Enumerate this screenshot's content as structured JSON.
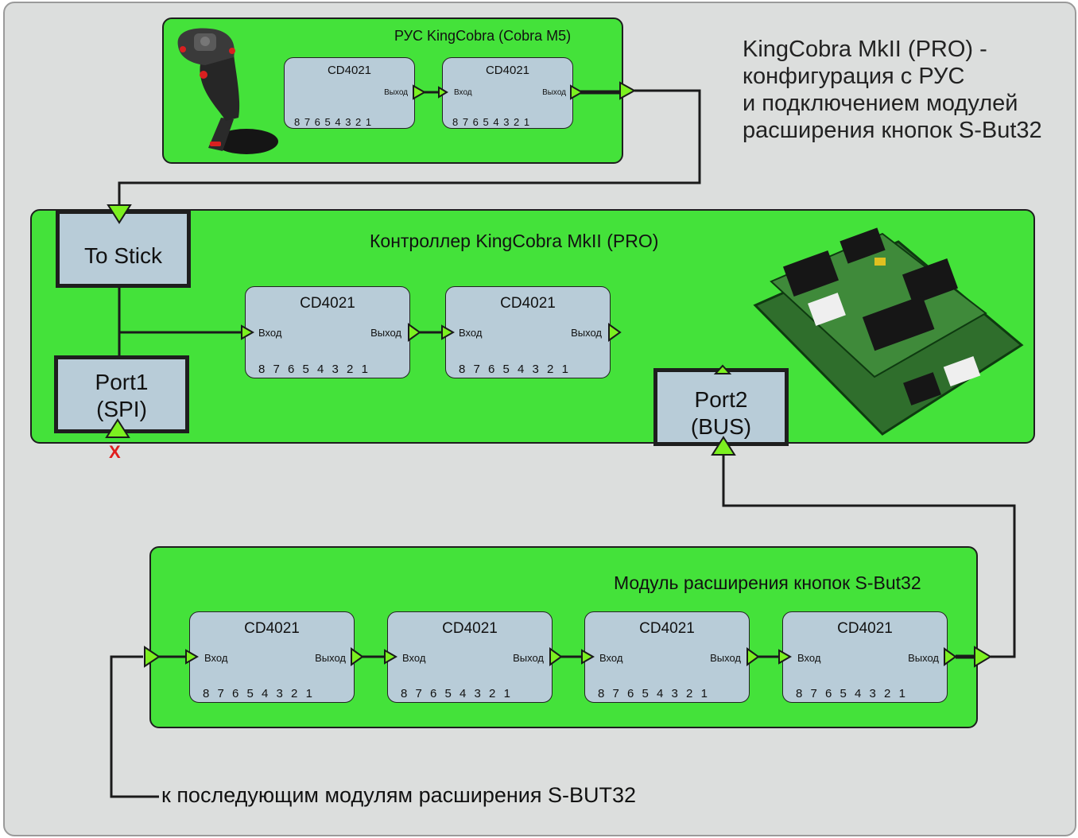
{
  "heading": "KingCobra MkII (PRO) -\nконфигурация с РУС\nи подключением модулей\nрасширения кнопок S-But32",
  "stick_panel": {
    "title": "РУС KingCobra (Cobra M5)",
    "chips": [
      {
        "name": "CD4021",
        "output": "Выход",
        "pins": "8 7 6 5 4 3 2 1"
      },
      {
        "name": "CD4021",
        "input": "Вход",
        "output": "Выход",
        "pins": "8 7 6 5 4 3 2 1"
      }
    ]
  },
  "controller_panel": {
    "title": "Контроллер KingCobra MkII (PRO)",
    "to_stick": "To Stick",
    "port1": {
      "line1": "Port1",
      "line2": "(SPI)"
    },
    "port2": {
      "line1": "Port2",
      "line2": "(BUS)"
    },
    "chips": [
      {
        "name": "CD4021",
        "input": "Вход",
        "output": "Выход",
        "pins": "8 7 6 5 4 3 2 1"
      },
      {
        "name": "CD4021",
        "input": "Вход",
        "output": "Выход",
        "pins": "8 7 6 5 4 3 2 1"
      }
    ]
  },
  "module_panel": {
    "title": "Модуль расширения кнопок S-But32",
    "chips": [
      {
        "name": "CD4021",
        "input": "Вход",
        "output": "Выход",
        "pins": "8 7 6 5 4 3 2 1"
      },
      {
        "name": "CD4021",
        "input": "Вход",
        "output": "Выход",
        "pins": "8 7 6 5 4 3 2 1"
      },
      {
        "name": "CD4021",
        "input": "Вход",
        "output": "Выход",
        "pins": "8 7 6 5 4 3 2 1"
      },
      {
        "name": "CD4021",
        "input": "Вход",
        "output": "Выход",
        "pins": "8 7 6 5 4 3 2 1"
      }
    ]
  },
  "footnote": "к последующим модулям расширения S-BUT32",
  "port1_status_mark": "X",
  "colors": {
    "panel": "#44e23a",
    "chip": "#b8ccd8",
    "background": "#dcdedd",
    "connector": "#7cf020",
    "x_mark": "#e01e1e"
  }
}
